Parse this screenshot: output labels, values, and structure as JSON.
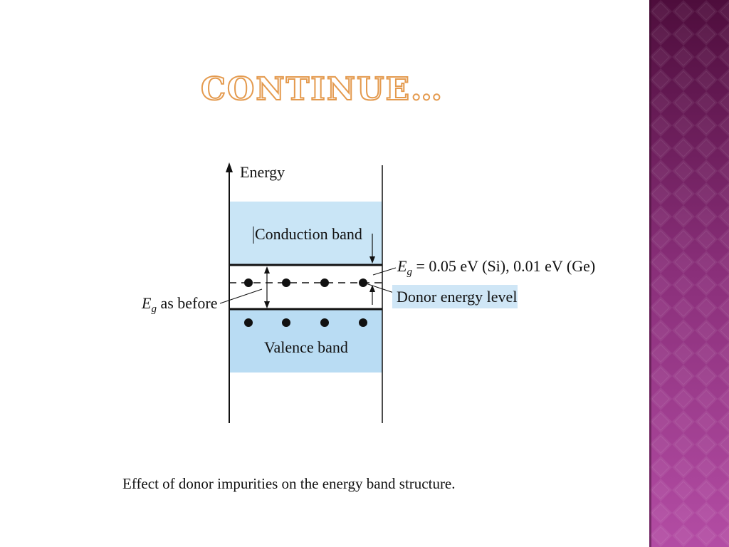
{
  "slide": {
    "title": "CONTINUE…",
    "caption": "Effect of donor impurities on the energy band structure."
  },
  "diagram": {
    "axis_label": "Energy",
    "conduction_band_label": "Conduction band",
    "valence_band_label": "Valence band",
    "gap_annotation_symbol": "E",
    "gap_annotation_subscript": "g",
    "gap_annotation_value": " = 0.05 eV (Si), 0.01 eV (Ge)",
    "donor_level_label": "Donor energy level",
    "gap_before_symbol": "E",
    "gap_before_subscript": "g",
    "gap_before_text": " as before"
  },
  "colors": {
    "band_fill": "#c9e5f6",
    "valence_fill": "#b9dcf3",
    "donor_label_bg": "#cfe6f6",
    "title_outline": "#e49a4e",
    "panel_top": "#4e0d3c",
    "panel_bottom": "#b34ca4"
  }
}
